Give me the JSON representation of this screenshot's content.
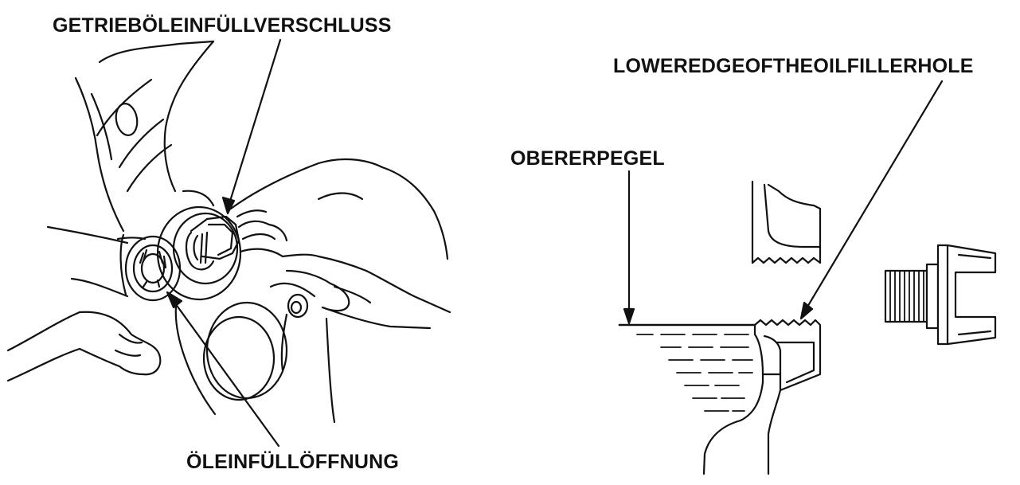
{
  "labels": {
    "filler_plug": "GETRIEBÖLEINFÜLLVERSCHLUSS",
    "lower_edge": "LOWEREDGEOFTHEOILFILLERHOLE",
    "upper_level": "OBERERPEGEL",
    "fill_opening": "ÖLEINFÜLLÖFFNUNG"
  },
  "colors": {
    "ink": "#111111",
    "paper": "#ffffff"
  }
}
